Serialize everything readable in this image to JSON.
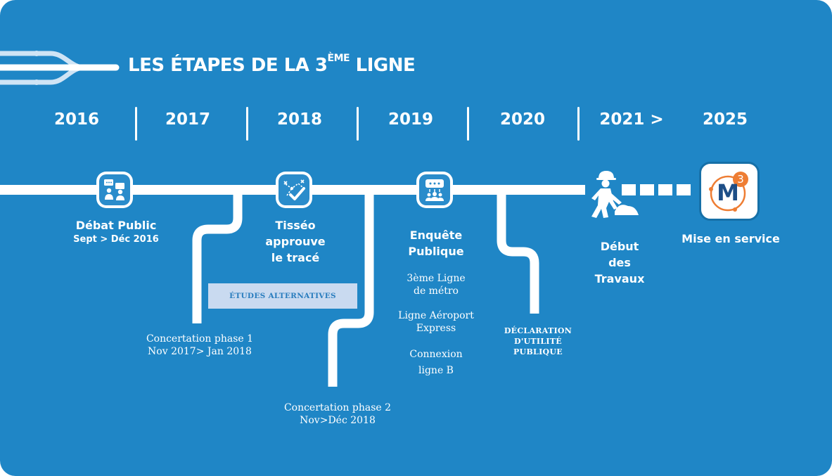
{
  "title": {
    "prefix": "LES ÉTAPES DE LA 3",
    "sup": "ÈME",
    "suffix": " LIGNE"
  },
  "years": [
    "2016",
    "2017",
    "2018",
    "2019",
    "2020",
    "2021 >",
    "2025"
  ],
  "milestones": {
    "debat": {
      "title": "Débat Public",
      "sub": "Sept > Déc 2016"
    },
    "tisseo": {
      "line1": "Tisséo",
      "line2": "approuve",
      "line3": "le tracé"
    },
    "enquete": {
      "line1": "Enquête",
      "line2": "Publique"
    },
    "travaux": {
      "line1": "Début",
      "line2": "des",
      "line3": "Travaux"
    },
    "service": {
      "title": "Mise en service"
    }
  },
  "etudes": "ÉTUDES ALTERNATIVES",
  "concertation1": {
    "line1": "Concertation phase 1",
    "line2": "Nov 2017> Jan 2018"
  },
  "concertation2": {
    "line1": "Concertation phase 2",
    "line2": "Nov>Déc 2018"
  },
  "enquete_items": {
    "item1a": "3ème Ligne",
    "item1b": "de métro",
    "item2a": "Ligne Aéroport",
    "item2b": "Express",
    "item3a": "Connexion",
    "item3b": "ligne B"
  },
  "dup": {
    "line1": "DÉCLARATION",
    "line2": "D'UTILITÉ",
    "line3": "PUBLIQUE"
  },
  "metro_logo": {
    "letter": "M",
    "badge": "3"
  },
  "colors": {
    "background": "#1f86c6",
    "accent_orange": "#ee7d33",
    "box": "#c9daf0"
  }
}
